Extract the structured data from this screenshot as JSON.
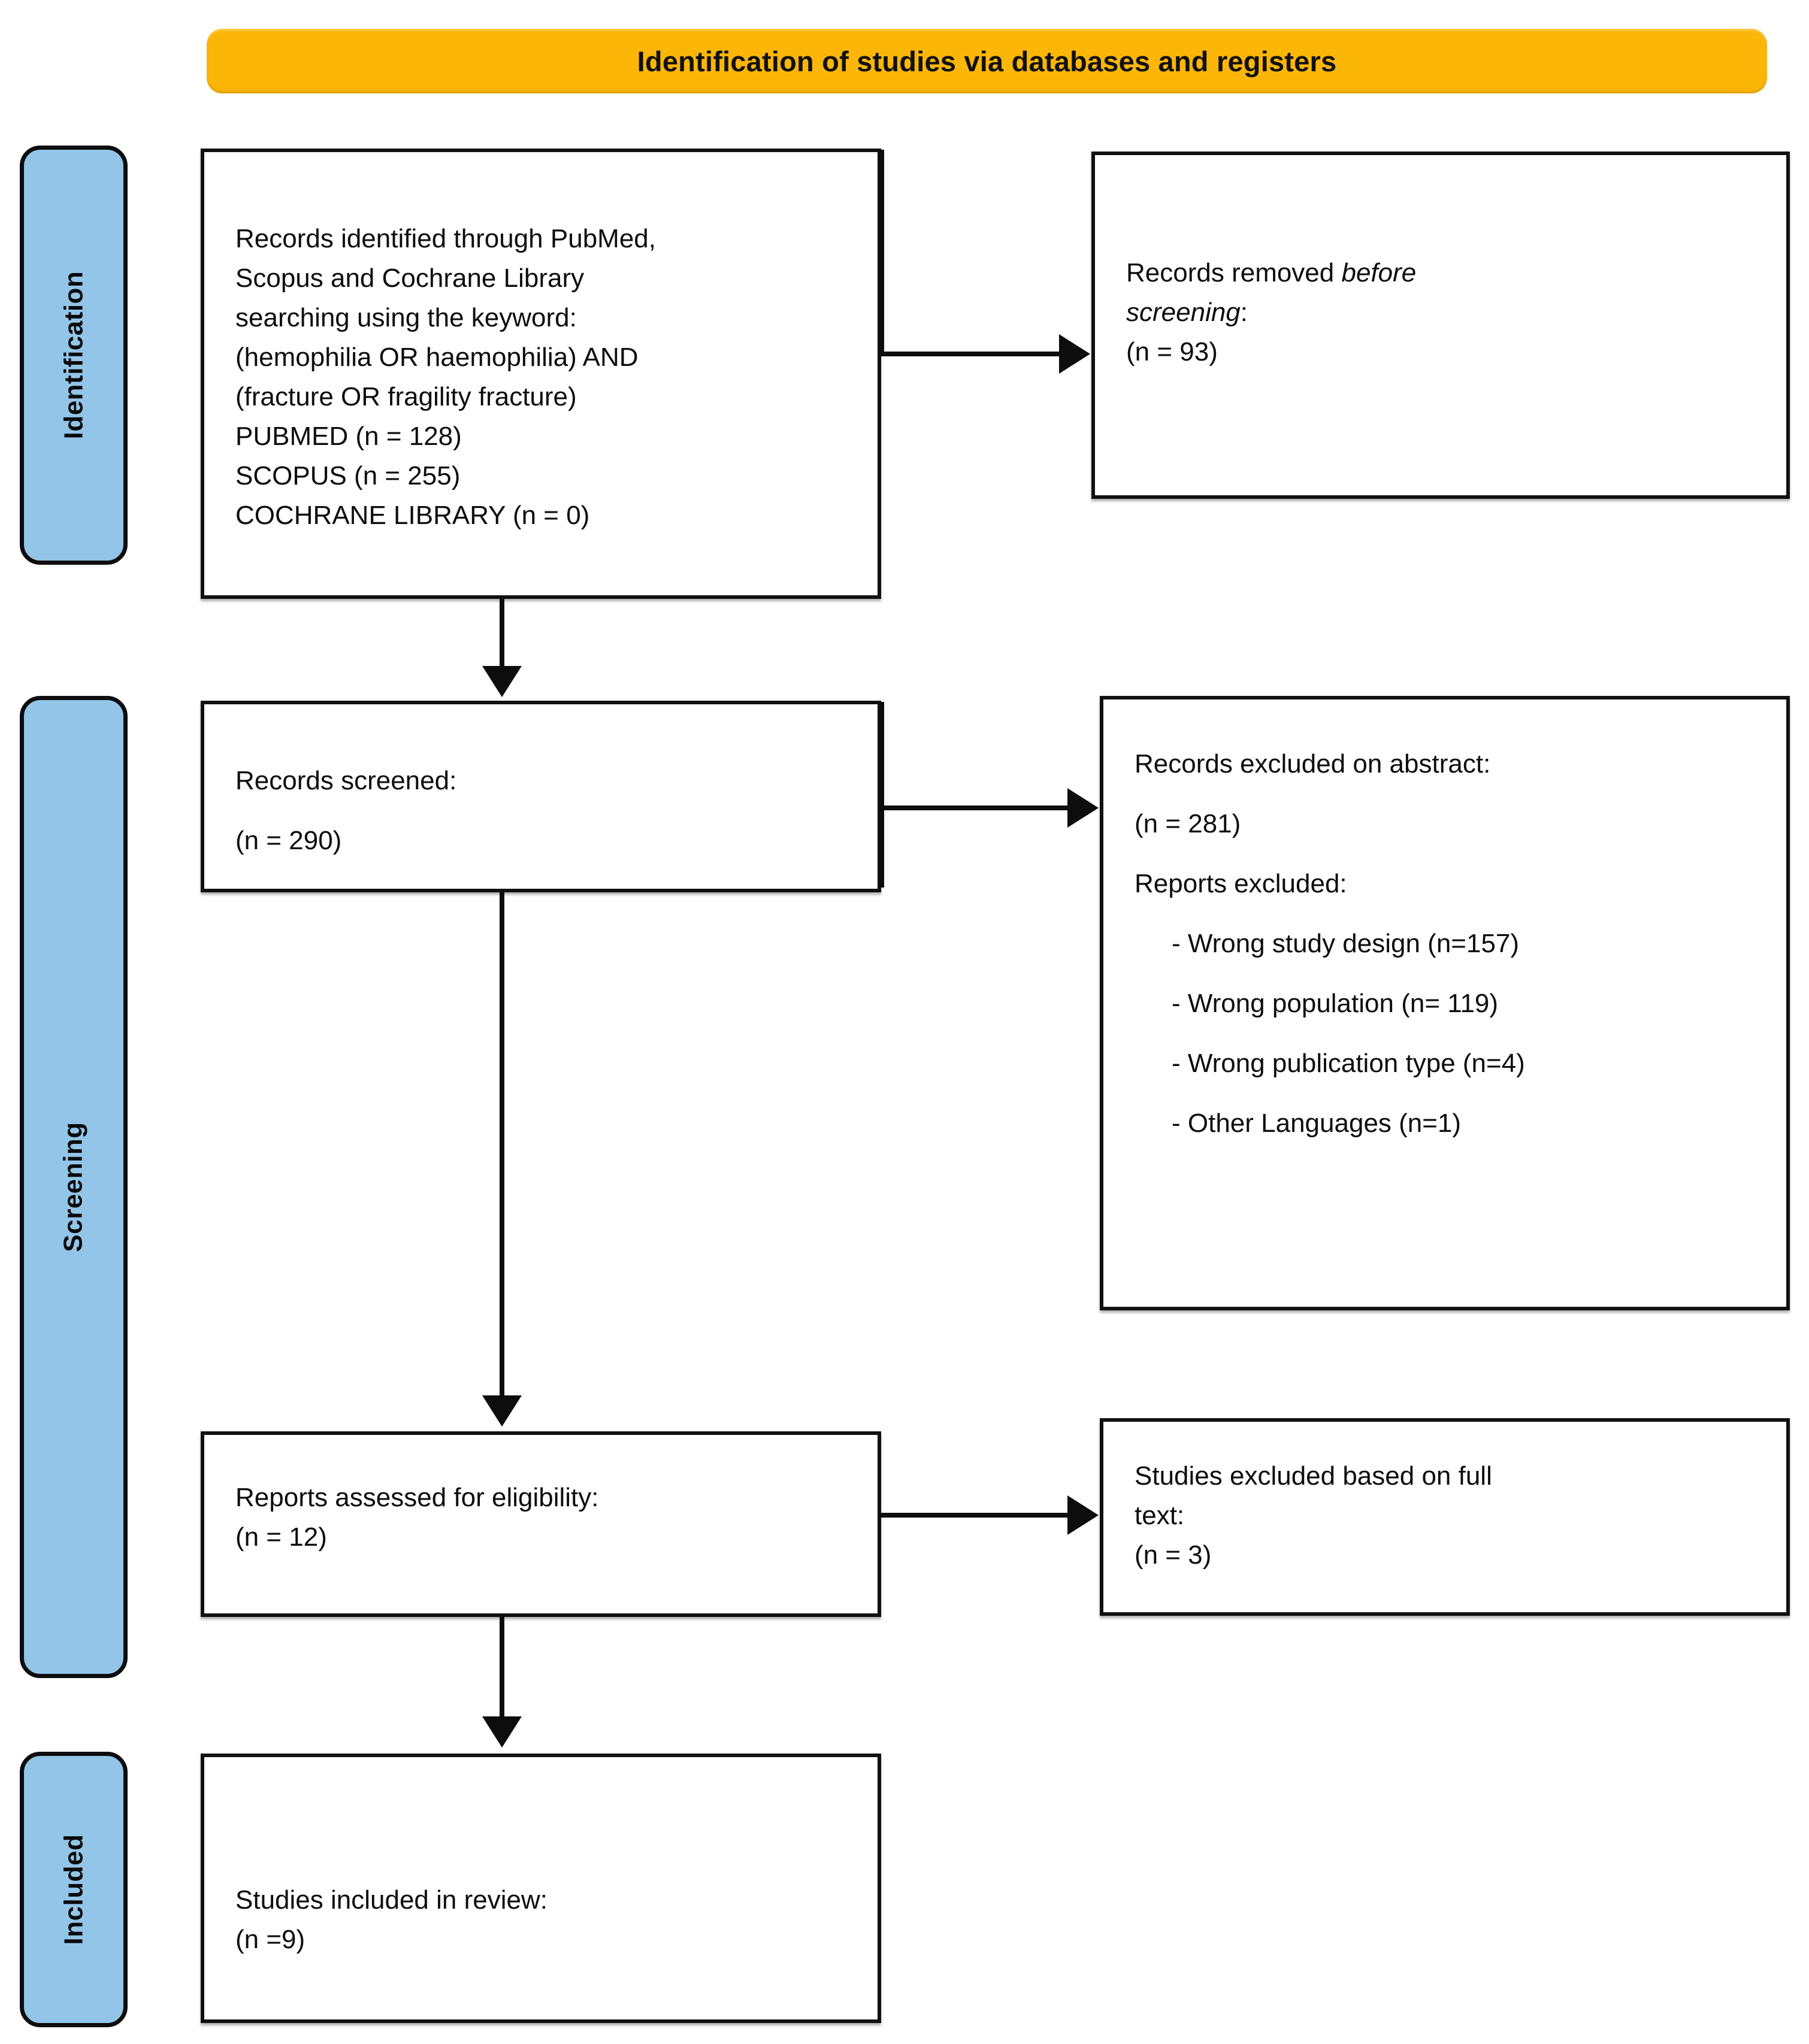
{
  "banner": {
    "title": "Identification of studies via databases and registers"
  },
  "phases": [
    {
      "id": "identification",
      "label": "Identification"
    },
    {
      "id": "screening",
      "label": "Screening"
    },
    {
      "id": "included",
      "label": "Included"
    }
  ],
  "boxes": {
    "identified": {
      "lines": [
        "Records identified through PubMed,",
        "Scopus and Cochrane Library",
        "searching using the keyword:",
        "(hemophilia OR haemophilia) AND",
        "(fracture OR fragility fracture)",
        "PUBMED (n = 128)",
        "SCOPUS (n = 255)",
        "COCHRANE LIBRARY (n = 0)"
      ]
    },
    "removed": {
      "line1_pre": "Records removed ",
      "line1_em": "before",
      "line2_em": "screening",
      "line2_post": ":",
      "count": " (n = 93)"
    },
    "screened": {
      "title": "Records screened:",
      "count": "(n = 290)"
    },
    "excluded": {
      "title": "Records excluded on abstract:",
      "count": "(n = 281)",
      "subtitle": "Reports excluded:",
      "reasons": [
        "-  Wrong study design (n=157)",
        "-  Wrong population (n= 119)",
        "-  Wrong publication type (n=4)",
        "-  Other Languages (n=1)"
      ]
    },
    "eligibility": {
      "title": "Reports assessed for eligibility:",
      "count": "(n = 12)"
    },
    "fulltext": {
      "line1": "Studies excluded based on full",
      "line2": "text:",
      "count": "(n = 3)"
    },
    "included": {
      "title": "Studies included in review:",
      "count": "(n =9)"
    }
  },
  "colors": {
    "banner": "#FBB607",
    "phase_pill": "#92C5E8",
    "stroke": "#111111",
    "text": "#0d0d0d"
  }
}
